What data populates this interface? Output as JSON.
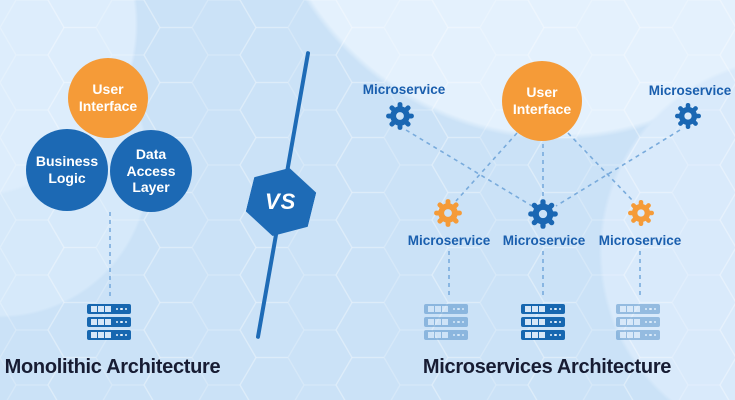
{
  "diagram": {
    "left": {
      "title": "Monolithic Architecture",
      "circles": [
        {
          "id": "user-interface",
          "label": "User\nInterface",
          "color": "#F59B38"
        },
        {
          "id": "business-logic",
          "label": "Business\nLogic",
          "color": "#1C69B4"
        },
        {
          "id": "data-access-layer",
          "label": "Data\nAccess\nLayer",
          "color": "#1C69B4"
        }
      ],
      "server_icon": "server-stack-icon"
    },
    "vs": {
      "label": "VS"
    },
    "right": {
      "title": "Microservices Architecture",
      "ui_circle": {
        "label": "User\nInterface",
        "color": "#F59B38"
      },
      "nodes": [
        {
          "label": "Microservice",
          "icon": "gear-icon",
          "gear_color": "#1A67B3",
          "position": "top-left"
        },
        {
          "label": "Microservice",
          "icon": "gear-icon",
          "gear_color": "#1A67B3",
          "position": "top-right"
        },
        {
          "label": "Microservice",
          "icon": "gear-icon",
          "gear_color": "#F59B38",
          "position": "bottom-left"
        },
        {
          "label": "Microservice",
          "icon": "gear-icon",
          "gear_color": "#1A67B3",
          "position": "bottom-center"
        },
        {
          "label": "Microservice",
          "icon": "gear-icon",
          "gear_color": "#F59B38",
          "position": "bottom-right"
        }
      ],
      "servers": [
        {
          "state": "faded"
        },
        {
          "state": "active"
        },
        {
          "state": "faded"
        }
      ]
    },
    "colors": {
      "background": "#CBE2F7",
      "orange": "#F59B38",
      "blue": "#1C69B4",
      "label_blue": "#1A5FAE",
      "heading": "#171C33",
      "dashed_line": "#79ABDC"
    }
  }
}
